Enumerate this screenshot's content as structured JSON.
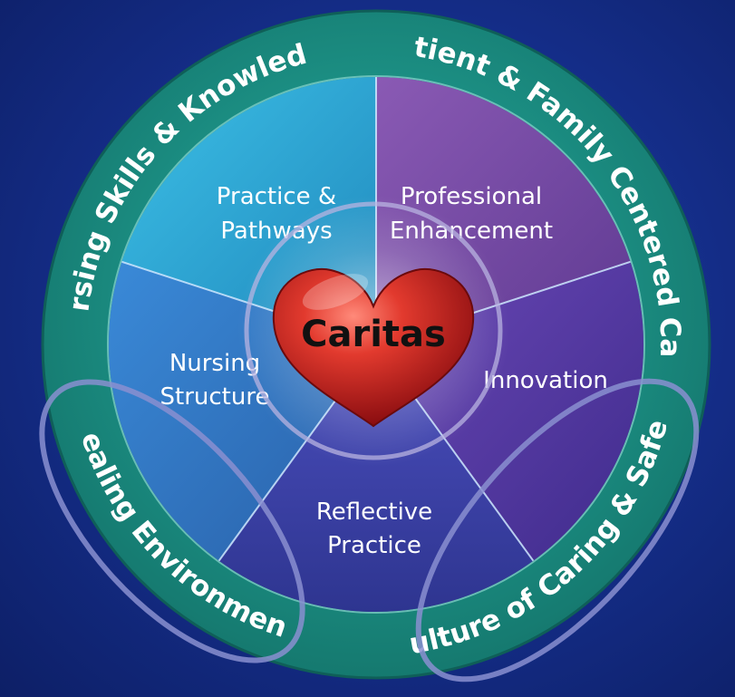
{
  "ring_labels": {
    "nursing_skills": "Nursing Skills & Knowledge",
    "patient_family": "Patient & Family Centered Care",
    "healing_environment": "Healing Environment",
    "culture_caring": "Culture of Caring & Safety"
  },
  "segments": {
    "practice_line1": "Practice &",
    "practice_line2": "Pathways",
    "professional_line1": "Professional",
    "professional_line2": "Enhancement",
    "innovation": "Innovation",
    "reflective_line1": "Reflective",
    "reflective_line2": "Practice",
    "nursing_line1": "Nursing",
    "nursing_line2": "Structure"
  },
  "center_label": "Caritas",
  "colors": {
    "ring": "#1e9a8e",
    "practice": "#2aa6cf",
    "professional": "#7b4fa6",
    "innovation": "#5a3fa6",
    "reflective": "#3a45a8",
    "nursing": "#2f78c6",
    "heart": "#c81f1f",
    "oval": "#8a8fd0"
  }
}
